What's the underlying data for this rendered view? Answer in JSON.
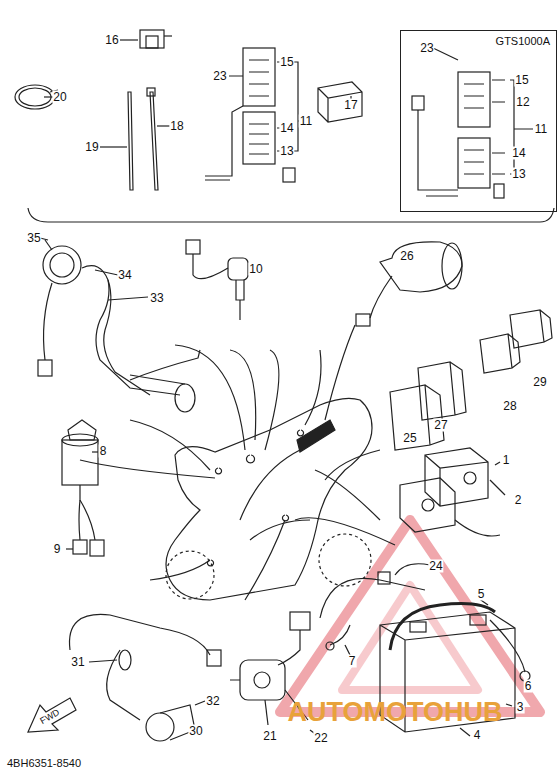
{
  "diagram": {
    "nodes": [
      {
        "text": [
          "GTS1000A"
        ]
      }
    ],
    "labels": [
      "16",
      "20",
      "19",
      "18",
      "23",
      "15",
      "11",
      "14",
      "13",
      "17",
      "23",
      "15",
      "12",
      "11",
      "14",
      "13",
      "35",
      "34",
      "33",
      "10",
      "26",
      "29",
      "28",
      "27",
      "25",
      "1",
      "2",
      "8",
      "9",
      "24",
      "5",
      "6",
      "7",
      "3",
      "4",
      "31",
      "32",
      "30",
      "21",
      "22",
      "FWD",
      "4BH6351-8540",
      "AUTOMOTOHUB"
    ]
  }
}
